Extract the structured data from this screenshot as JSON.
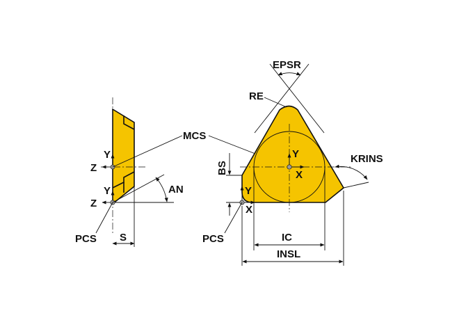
{
  "colors": {
    "insert_fill": "#F5C400",
    "outline": "#111111",
    "dimension": "#111111",
    "origin_point": "#9a9a9a"
  },
  "side_view": {
    "labels": {
      "axis_y_upper": "Y",
      "axis_z_upper": "Z",
      "axis_y_lower": "Y",
      "axis_z_lower": "Z",
      "angle": "AN",
      "origin": "PCS",
      "thickness": "S"
    }
  },
  "top_view": {
    "labels": {
      "corner_radius": "RE",
      "point_angle": "EPSR",
      "center_system": "MCS",
      "lead_angle": "KRINS",
      "wiper_length": "BS",
      "axis_y_center": "Y",
      "axis_x_center": "X",
      "axis_y_origin": "Y",
      "axis_x_origin": "X",
      "origin": "PCS",
      "inscribed_circle": "IC",
      "insert_length": "INSL"
    }
  }
}
